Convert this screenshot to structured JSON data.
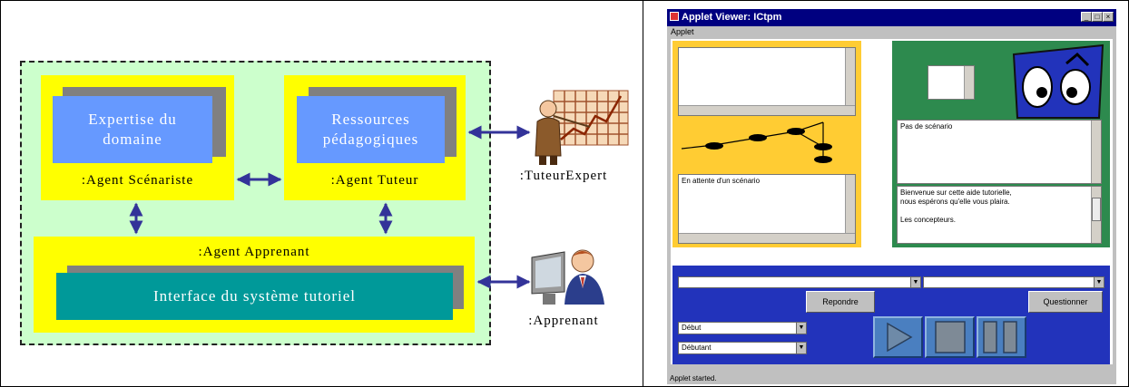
{
  "diagram": {
    "expertise_label": "Expertise du domaine",
    "agent_scenariste": ":Agent Scénariste",
    "ressources_label": "Ressources pédagogiques",
    "agent_tuteur": ":Agent Tuteur",
    "agent_apprenant": ":Agent Apprenant",
    "interface_label": "Interface du système tutoriel",
    "tuteur_expert": ":TuteurExpert",
    "apprenant": ":Apprenant"
  },
  "applet": {
    "window_title": "Applet Viewer: ICtpm",
    "menu_applet": "Applet",
    "waiting_text": "En attente d'un scénario",
    "no_scenario_text": "Pas de scénario",
    "welcome_lines": [
      "Bienvenue sur cette aide tutorielle,",
      "nous espérons qu'elle vous plaira.",
      "",
      "Les concepteurs."
    ],
    "repondre_button": "Repondre",
    "questionner_button": "Questionner",
    "select_debut": "Début",
    "select_debutant": "Débutant",
    "status": "Applet started."
  },
  "colors": {
    "yellow_panel": "#ffcc33",
    "green_panel": "#2d8a4e",
    "blue_panel": "#2233bb",
    "diagram_bg": "#ccffcc",
    "agent_box": "#ffff00",
    "content_box": "#6699ff",
    "interface_box": "#009999"
  }
}
